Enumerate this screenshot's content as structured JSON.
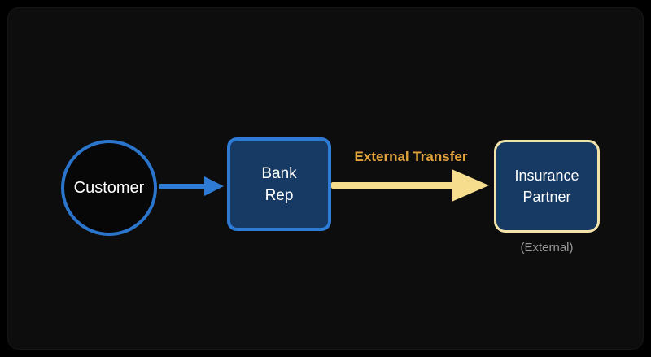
{
  "diagram": {
    "title": "bank-referral-flow",
    "nodes": {
      "customer": {
        "label": "Customer",
        "shape": "circle",
        "border_color": "#2b74cc",
        "fill": "#070707",
        "text_color": "#ffffff"
      },
      "bank_rep": {
        "line1": "Bank",
        "line2": "Rep",
        "shape": "rounded-rectangle",
        "border_color": "#2e7bd6",
        "fill": "#163a64",
        "text_color": "#ffffff"
      },
      "insurance_partner": {
        "line1": "Insurance",
        "line2": "Partner",
        "caption": "(External)",
        "shape": "rounded-rectangle",
        "border_color": "#f2e3ab",
        "fill": "#163a64",
        "text_color": "#ffffff",
        "caption_color": "#9a9a9a"
      }
    },
    "edges": {
      "customer_to_bankrep": {
        "from": "customer",
        "to": "bank_rep",
        "color": "#2e7bd6",
        "label": ""
      },
      "bankrep_to_insurance": {
        "from": "bank_rep",
        "to": "insurance_partner",
        "color": "#f5dd8d",
        "label": "External Transfer",
        "label_color": "#e2a33c"
      }
    },
    "colors": {
      "background": "#000000",
      "panel": "#0d0d0d"
    }
  }
}
